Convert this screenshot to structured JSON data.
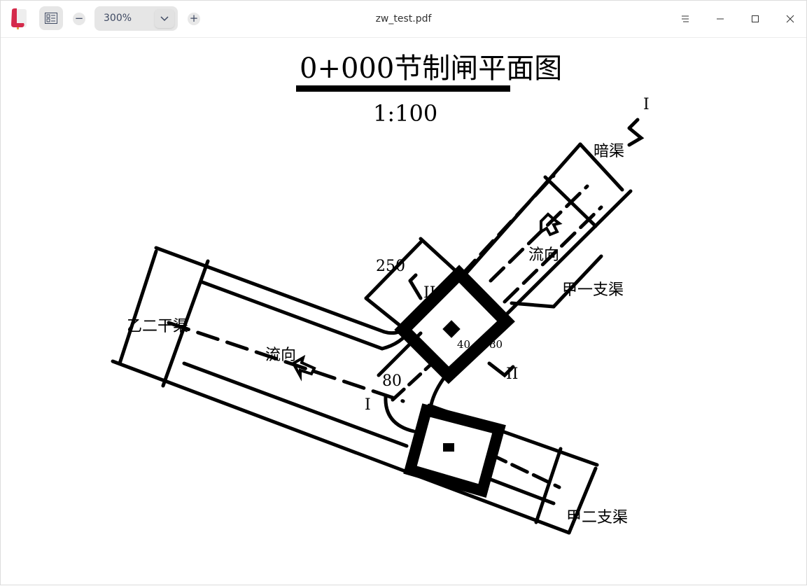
{
  "app": {
    "title": "zw_test.pdf"
  },
  "toolbar": {
    "zoom_value": "300%"
  },
  "drawing": {
    "title": "0+000节制闸平面图",
    "scale": "1:100",
    "labels": {
      "culvert": "暗渠",
      "flow_upper": "流向",
      "flow_left": "流向",
      "branch_a1": "甲一支渠",
      "main_canal": "乙二干渠",
      "branch_a2": "甲二支渠",
      "section_i_top": "I",
      "section_i_bottom": "I",
      "section_ii_top": "II",
      "section_ii_bottom": "II",
      "dim_250": "250",
      "dim_40": "40",
      "dim_80_right": "80",
      "dim_80_left": "80"
    }
  }
}
